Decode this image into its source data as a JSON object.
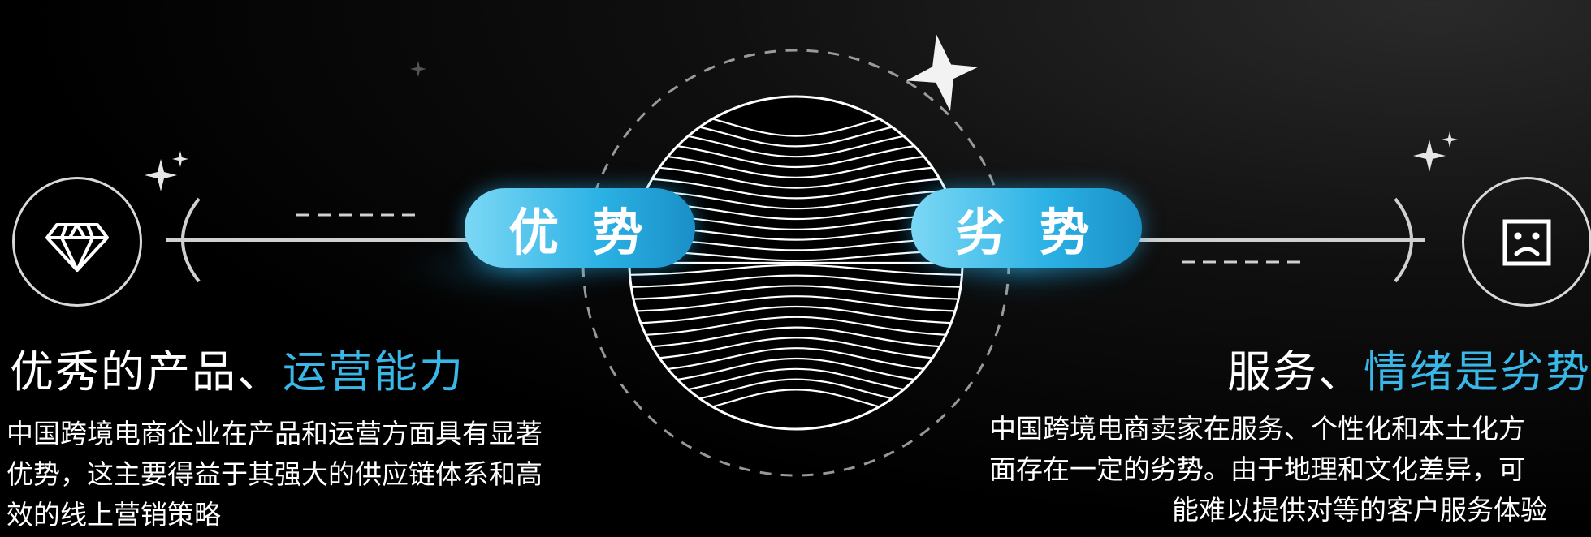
{
  "badges": {
    "advantage": "优 势",
    "disadvantage": "劣 势"
  },
  "advantage": {
    "heading_plain": "优秀的产品、",
    "heading_accent": "运营能力",
    "body_lines": [
      "中国跨境电商企业在产品和运营方面具有显著",
      "优势，这主要得益于其强大的供应链体系和高",
      "效的线上营销策略"
    ]
  },
  "disadvantage": {
    "heading_plain": "服务、",
    "heading_accent": "情绪是劣势",
    "body_lines": [
      "中国跨境电商卖家在服务、个性化和本土化方",
      "面存在一定的劣势。由于地理和文化差异，可",
      "能难以提供对等的客户服务体验"
    ]
  },
  "icons": {
    "left": "diamond-icon",
    "right": "sad-face-icon"
  },
  "colors": {
    "accent": "#39b7e8",
    "pill_start": "#7cd8f5",
    "pill_end": "#1a8fc7",
    "background": "#000000"
  }
}
